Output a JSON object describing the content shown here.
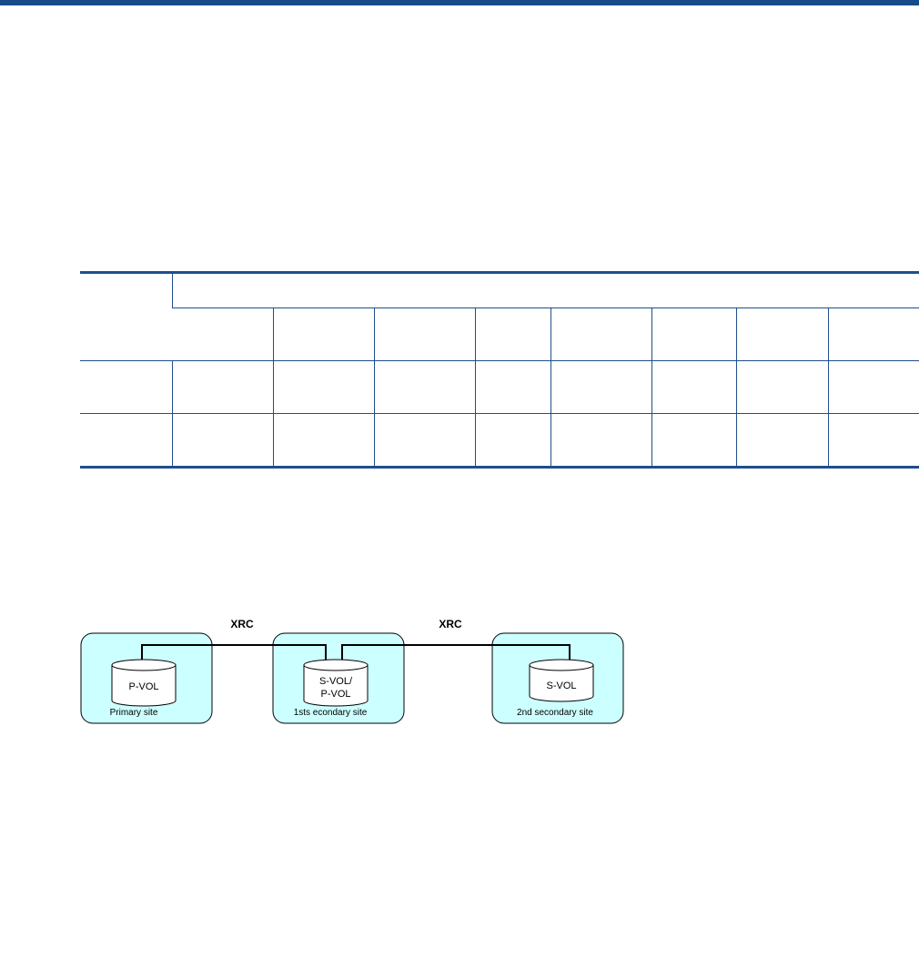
{
  "diagram": {
    "links": [
      {
        "label": "XRC"
      },
      {
        "label": "XRC"
      }
    ],
    "sites": [
      {
        "name": "Primary site",
        "volume": [
          "P-VOL"
        ]
      },
      {
        "name": "1sts econdary site",
        "volume": [
          "S-VOL/",
          "P-VOL"
        ]
      },
      {
        "name": "2nd secondary site",
        "volume": [
          "S-VOL"
        ]
      }
    ],
    "colors": {
      "site_fill": "#ccffff",
      "rule": "#174a8a",
      "table_border": "#1f4e8c"
    }
  }
}
